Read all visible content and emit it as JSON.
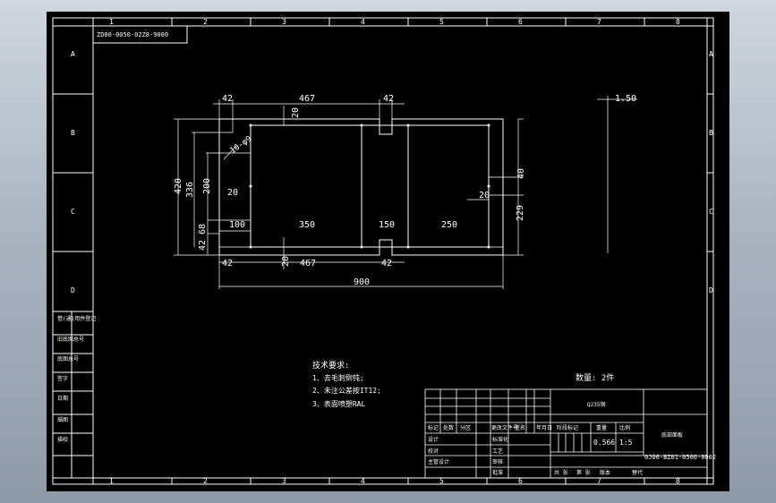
{
  "drawing_number_top": "ZD00-0050-02Z8-9000",
  "drawing_number": "0J06-BZ01-0500-0002",
  "frame": {
    "columns": [
      "1",
      "2",
      "3",
      "4",
      "5",
      "6",
      "7",
      "8"
    ],
    "rows": [
      "A",
      "B",
      "C",
      "D"
    ]
  },
  "side_table": [
    "借(通)用件登记",
    "旧底图总号",
    "底图总号",
    "签字",
    "日期",
    "描图",
    "描校"
  ],
  "dimensions": {
    "d42_top_left": "42",
    "d467_top": "467",
    "d42_top_right": "42",
    "d20_top_slot": "20",
    "hole_note": "10-φ9",
    "d420": "420",
    "d336": "336",
    "d200": "200",
    "d20_left": "20",
    "d100": "100",
    "d350": "350",
    "d150": "150",
    "d250": "250",
    "d20_right": "20",
    "d40": "40",
    "d229": "229",
    "d68": "68",
    "d42_left": "42",
    "d20_bottom_slot": "20",
    "d42_bottom_left": "42",
    "d467_bottom": "467",
    "d42_bottom_right": "42",
    "d900": "900",
    "thickness": "1.50"
  },
  "tech_req": {
    "title": "技术要求:",
    "items": [
      "1、去毛刺倒钝;",
      "2、未注公差按IT12;",
      "3、表面喷塑RAL"
    ]
  },
  "title_block": {
    "quantity": "数量: 2件",
    "material": "Q235钢",
    "header_labels": [
      "标记",
      "处数",
      "分区",
      "更改文件号",
      "签名",
      "年月日"
    ],
    "role_labels": [
      "设计",
      "校对",
      "主管设计"
    ],
    "role_labels2": [
      "标准化",
      "工艺",
      "审核",
      "批准"
    ],
    "stage_label": "阶段标记",
    "weight_label": "重量",
    "scale_label": "比例",
    "weight": "0.566",
    "scale": "1:5",
    "part_name": "底部面板",
    "bottom_labels": [
      "共 张",
      "第 张",
      "版本",
      "替代"
    ]
  }
}
